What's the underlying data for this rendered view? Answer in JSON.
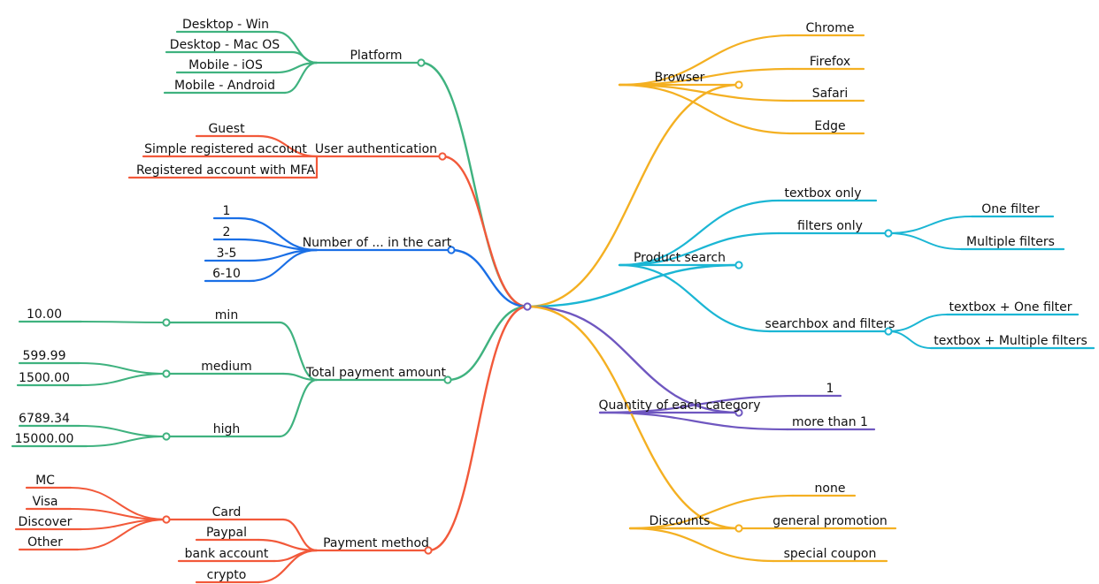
{
  "colors": {
    "green": "#3fb27f",
    "red": "#f2593a",
    "blue": "#1a6fe6",
    "yellow": "#f4b022",
    "cyan": "#1bb6d4",
    "purple": "#6f57c0"
  },
  "root": "",
  "branches": [
    {
      "label": "Platform",
      "color": "green",
      "children": [
        "Desktop - Win",
        "Desktop - Mac OS",
        "Mobile - iOS",
        "Mobile - Android"
      ]
    },
    {
      "label": "User authentication",
      "color": "red",
      "children": [
        "Guest",
        "Simple registered account",
        "Registered account with MFA"
      ]
    },
    {
      "label": "Number of ... in the cart",
      "color": "blue",
      "children": [
        "1",
        "2",
        "3-5",
        "6-10"
      ]
    },
    {
      "label": "Total payment amount",
      "color": "green",
      "groups": [
        {
          "label": "min",
          "children": [
            "10.00"
          ]
        },
        {
          "label": "medium",
          "children": [
            "599.99",
            "1500.00"
          ]
        },
        {
          "label": "high",
          "children": [
            "6789.34",
            "15000.00"
          ]
        }
      ]
    },
    {
      "label": "Payment method",
      "color": "red",
      "groups": [
        {
          "label": "Card",
          "children": [
            "MC",
            "Visa",
            "Discover",
            "Other"
          ]
        }
      ],
      "children": [
        "Paypal",
        "bank account",
        "crypto"
      ]
    },
    {
      "label": "Browser",
      "color": "yellow",
      "children": [
        "Chrome",
        "Firefox",
        "Safari",
        "Edge"
      ]
    },
    {
      "label": "Product search",
      "color": "cyan",
      "children": [
        "textbox only"
      ],
      "groups": [
        {
          "label": "filters only",
          "children": [
            "One filter",
            "Multiple filters"
          ]
        },
        {
          "label": "searchbox and filters",
          "children": [
            "textbox + One filter",
            "textbox + Multiple filters"
          ]
        }
      ]
    },
    {
      "label": "Quantity of each category",
      "color": "purple",
      "children": [
        "1",
        "more than 1"
      ]
    },
    {
      "label": "Discounts",
      "color": "yellow",
      "children": [
        "none",
        "general promotion",
        "special coupon"
      ]
    }
  ]
}
